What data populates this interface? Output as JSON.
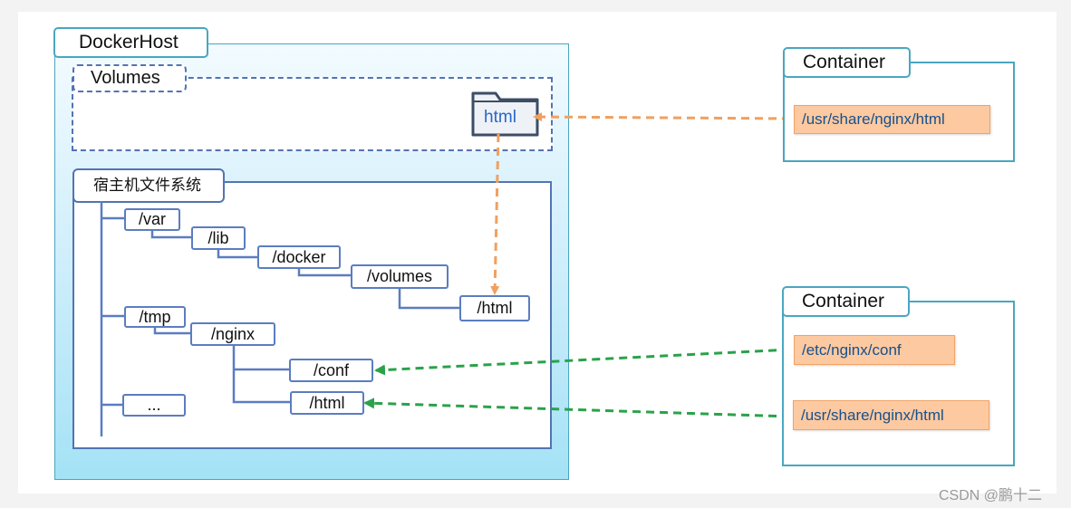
{
  "docker_host": {
    "title": "DockerHost",
    "volumes_title": "Volumes",
    "volume_folder": "html",
    "host_fs_title": "宿主机文件系统",
    "tree": {
      "var": "/var",
      "lib": "/lib",
      "docker": "/docker",
      "volumes": "/volumes",
      "volumes_html": "/html",
      "tmp": "/tmp",
      "nginx": "/nginx",
      "conf": "/conf",
      "nginx_html": "/html",
      "ellipsis": "..."
    }
  },
  "containers": [
    {
      "title": "Container",
      "paths": [
        "/usr/share/nginx/html"
      ]
    },
    {
      "title": "Container",
      "paths": [
        "/etc/nginx/conf",
        "/usr/share/nginx/html"
      ]
    }
  ],
  "colors": {
    "volume_link": "#f0a060",
    "bind_link": "#2aa24a",
    "tree_line": "#5b7dc0"
  },
  "watermark": "CSDN @鹏十二"
}
